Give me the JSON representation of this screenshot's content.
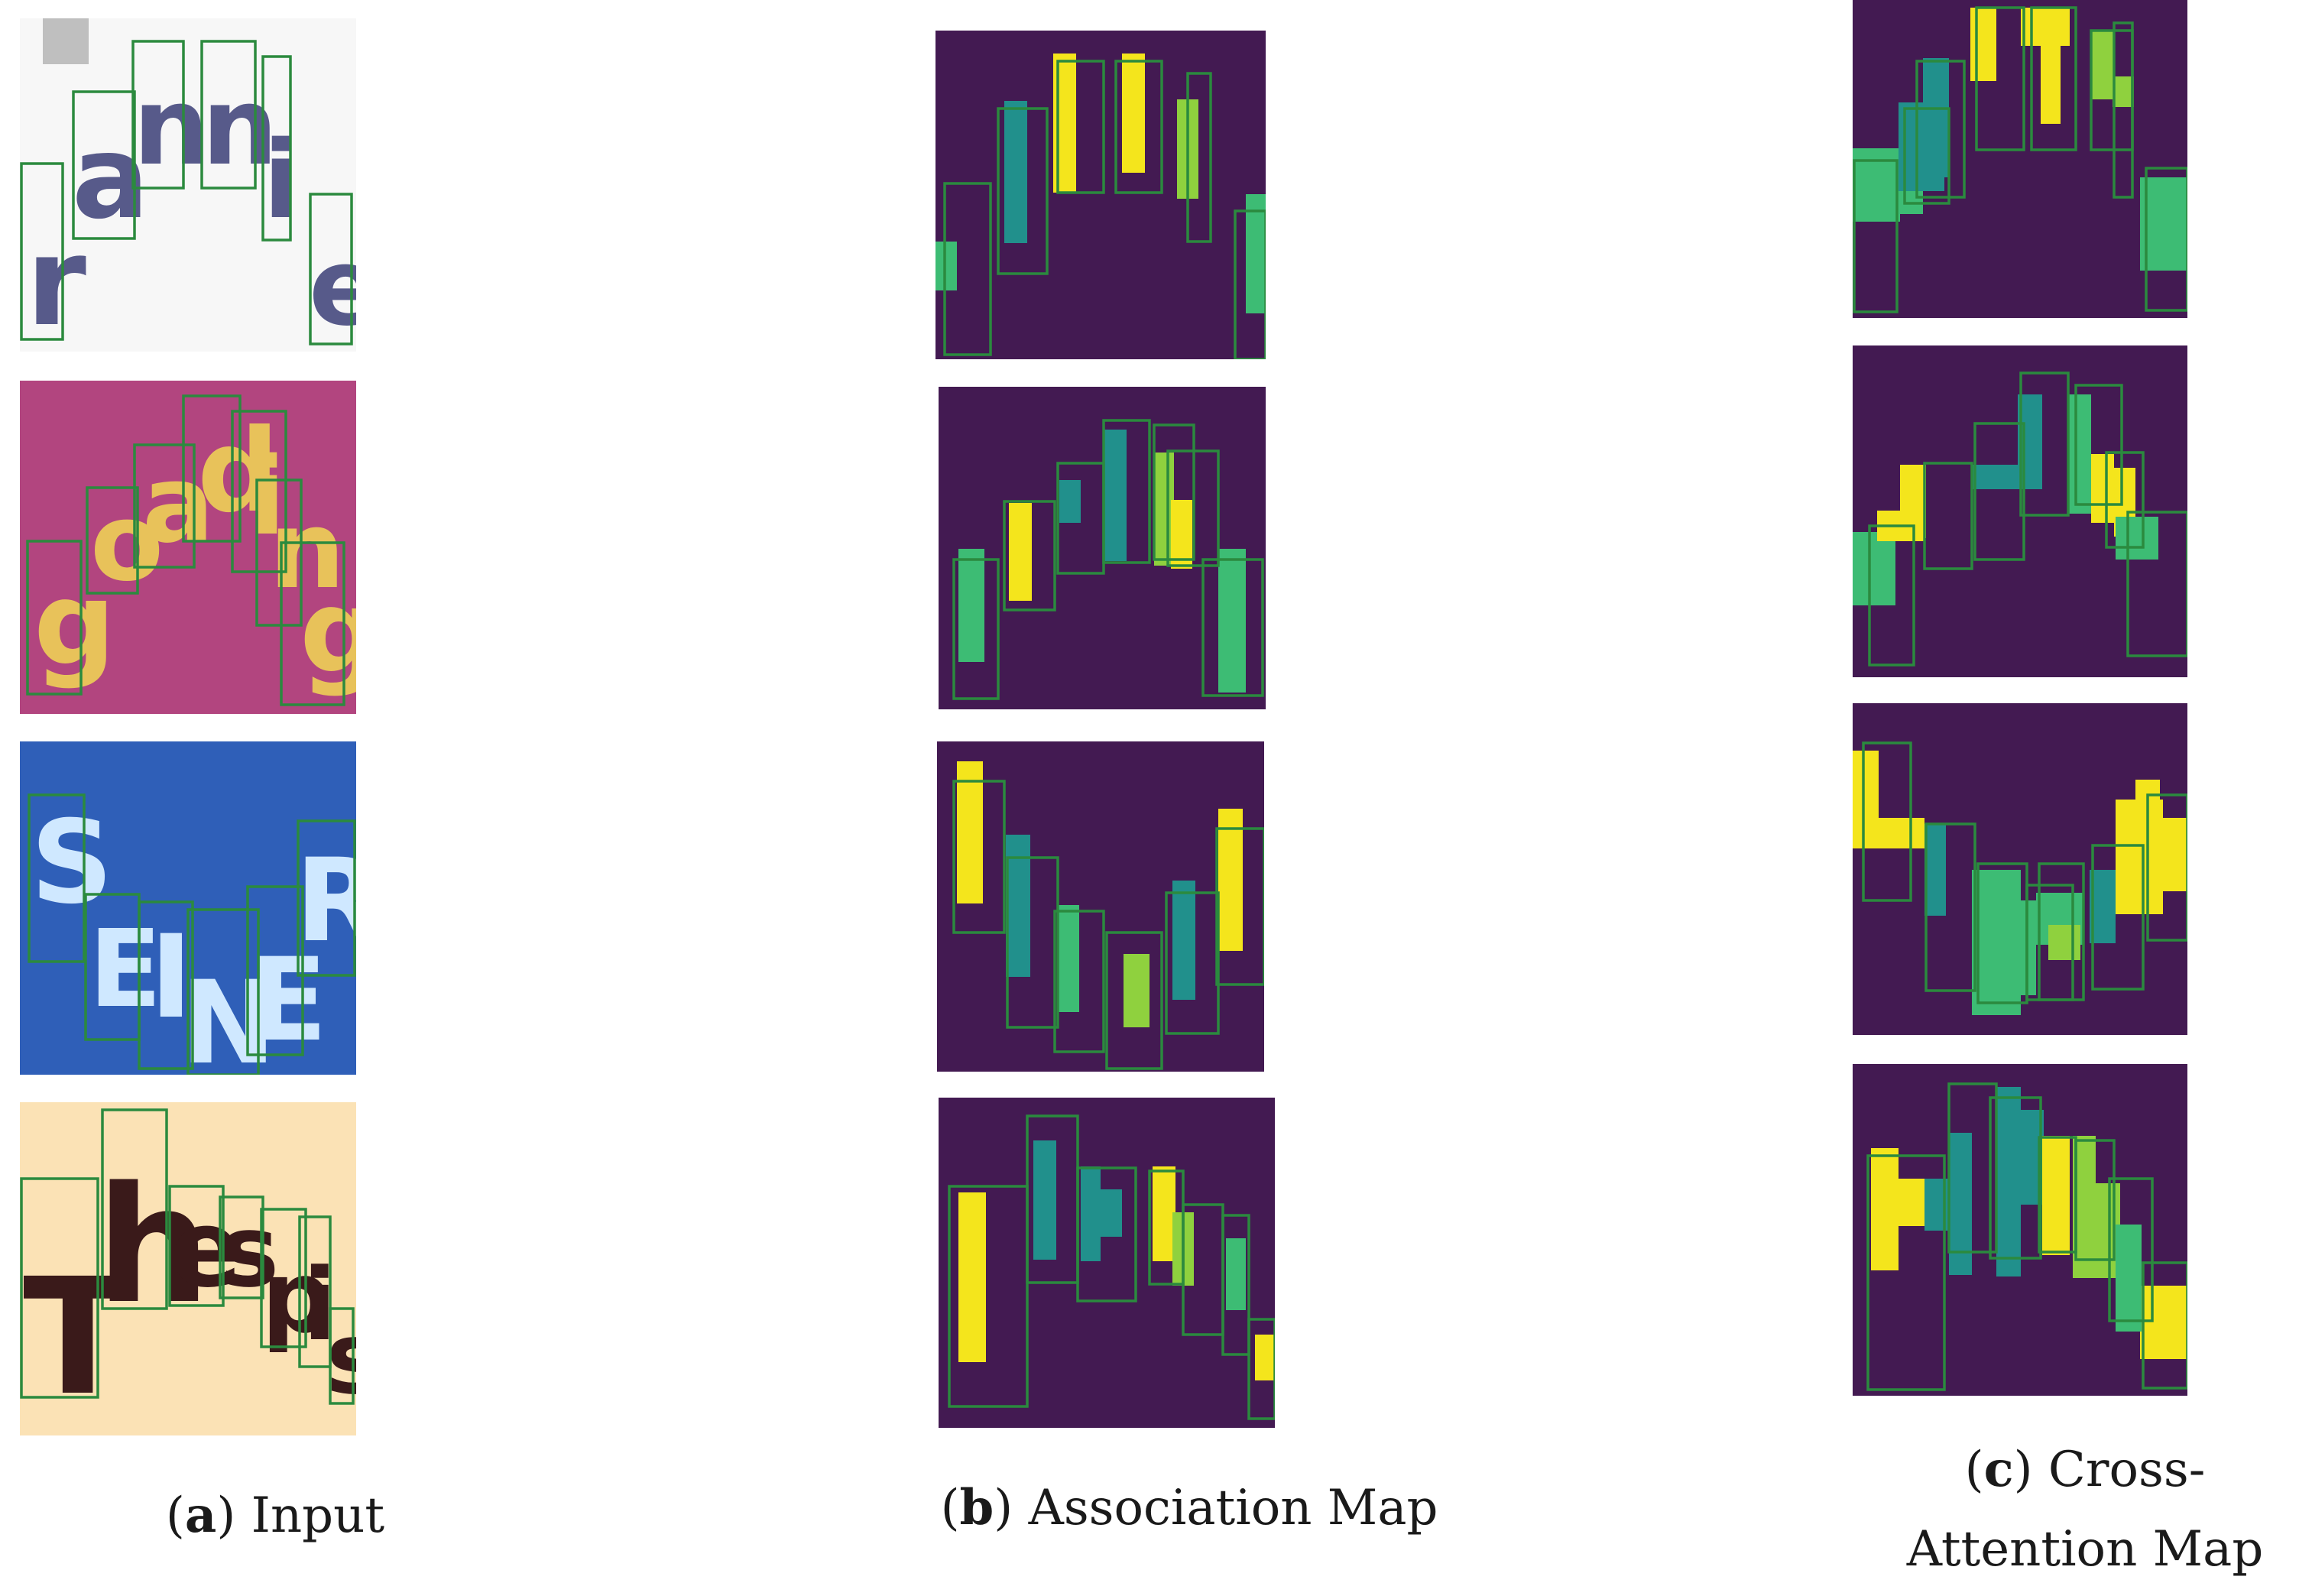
{
  "columns": [
    {
      "id": "a",
      "label": "a",
      "title": "Input"
    },
    {
      "id": "b",
      "label": "b",
      "title": "Association Map"
    },
    {
      "id": "c",
      "label": "c",
      "title_line1": "Cross-",
      "title_line2": "Attention Map"
    }
  ],
  "input_samples": [
    {
      "word": "ranni e",
      "letters": [
        "r",
        "a",
        "n",
        "n",
        "i",
        "e"
      ],
      "bg": "#f7f7f7",
      "fg": "#3c3f78"
    },
    {
      "word": "goading",
      "letters": [
        "g",
        "o",
        "a",
        "d",
        "i",
        "n",
        "g"
      ],
      "bg": "#b2457f",
      "fg": "#e8c25a"
    },
    {
      "word": "SEINER",
      "letters": [
        "S",
        "E",
        "I",
        "N",
        "E",
        "R"
      ],
      "bg": "#2f5fb8",
      "fg": "#cfe8ff"
    },
    {
      "word": "Thespis",
      "letters": [
        "T",
        "h",
        "e",
        "s",
        "p",
        "i",
        "s"
      ],
      "bg": "#fbe2b5",
      "fg": "#3a1a1a"
    }
  ],
  "colors": {
    "map_bg": "#431a52",
    "box": "#2b8a3e",
    "yellow": "#f4e51c",
    "teal": "#21908c",
    "green": "#3dbc74",
    "lime": "#8fd13e"
  }
}
